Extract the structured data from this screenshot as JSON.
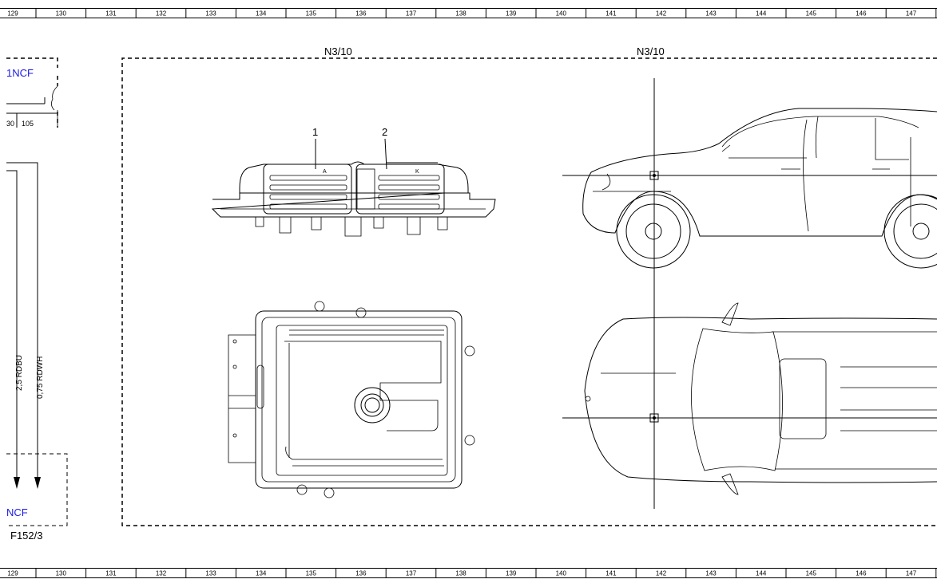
{
  "ruler": {
    "numbers": [
      "129",
      "130",
      "131",
      "132",
      "133",
      "134",
      "135",
      "136",
      "137",
      "138",
      "139",
      "140",
      "141",
      "142",
      "143",
      "144",
      "145",
      "146",
      "147"
    ]
  },
  "left_panel": {
    "top_connector_label": "1NCF",
    "pin_labels": [
      "30",
      "105"
    ],
    "wire_1": "2,5 RDBU",
    "wire_2": "0,75 RDWH",
    "bottom_connector_label": "NCF",
    "fuse_label": "F152/3"
  },
  "module": {
    "view_label_left": "N3/10",
    "view_label_right": "N3/10",
    "callout_1": "1",
    "callout_2": "2",
    "connector_a": "A",
    "connector_k": "K"
  },
  "colors": {
    "line": "#000000",
    "connector_label": "#1a1ae6",
    "background": "#ffffff"
  }
}
